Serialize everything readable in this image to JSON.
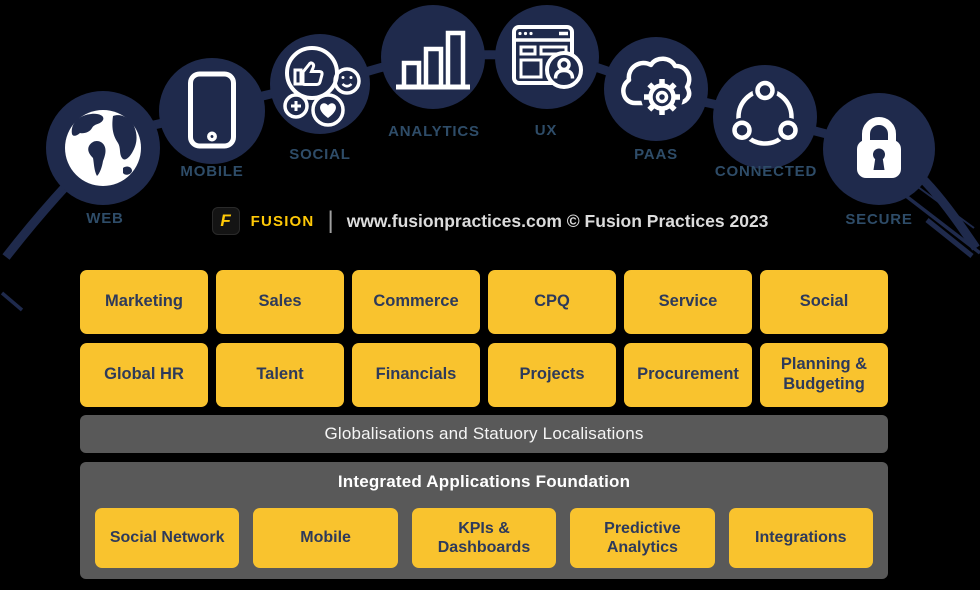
{
  "brand": {
    "logo_letter": "F",
    "logo_name": "FUSION",
    "divider": "|",
    "credit": "www.fusionpractices.com © Fusion Practices 2023"
  },
  "arc": {
    "items": [
      {
        "label": "WEB",
        "icon": "globe-icon"
      },
      {
        "label": "MOBILE",
        "icon": "smartphone-icon"
      },
      {
        "label": "SOCIAL",
        "icon": "social-reactions-icon"
      },
      {
        "label": "ANALYTICS",
        "icon": "bar-chart-icon"
      },
      {
        "label": "UX",
        "icon": "browser-user-icon"
      },
      {
        "label": "PAAS",
        "icon": "cloud-gear-icon"
      },
      {
        "label": "CONNECTED",
        "icon": "network-nodes-icon"
      },
      {
        "label": "SECURE",
        "icon": "padlock-icon"
      }
    ]
  },
  "modules": {
    "row1": [
      "Marketing",
      "Sales",
      "Commerce",
      "CPQ",
      "Service",
      "Social"
    ],
    "row2": [
      "Global HR",
      "Talent",
      "Financials",
      "Projects",
      "Procurement",
      "Planning & Budgeting"
    ]
  },
  "layers": {
    "globalisation_label": "Globalisations and Statuory Localisations",
    "foundation_title": "Integrated Applications Foundation",
    "foundation_items": [
      "Social Network",
      "Mobile",
      "KPIs & Dashboards",
      "Predictive Analytics",
      "Integrations"
    ]
  },
  "colors": {
    "background": "#000000",
    "navy_circle": "#1f2a4c",
    "label_slate": "#2e4c68",
    "module_yellow": "#f9c32e",
    "module_text_navy": "#2e3a5a",
    "panel_gray": "#595959",
    "brand_yellow": "#ffc907",
    "credit_gray": "#dcdcdc"
  }
}
